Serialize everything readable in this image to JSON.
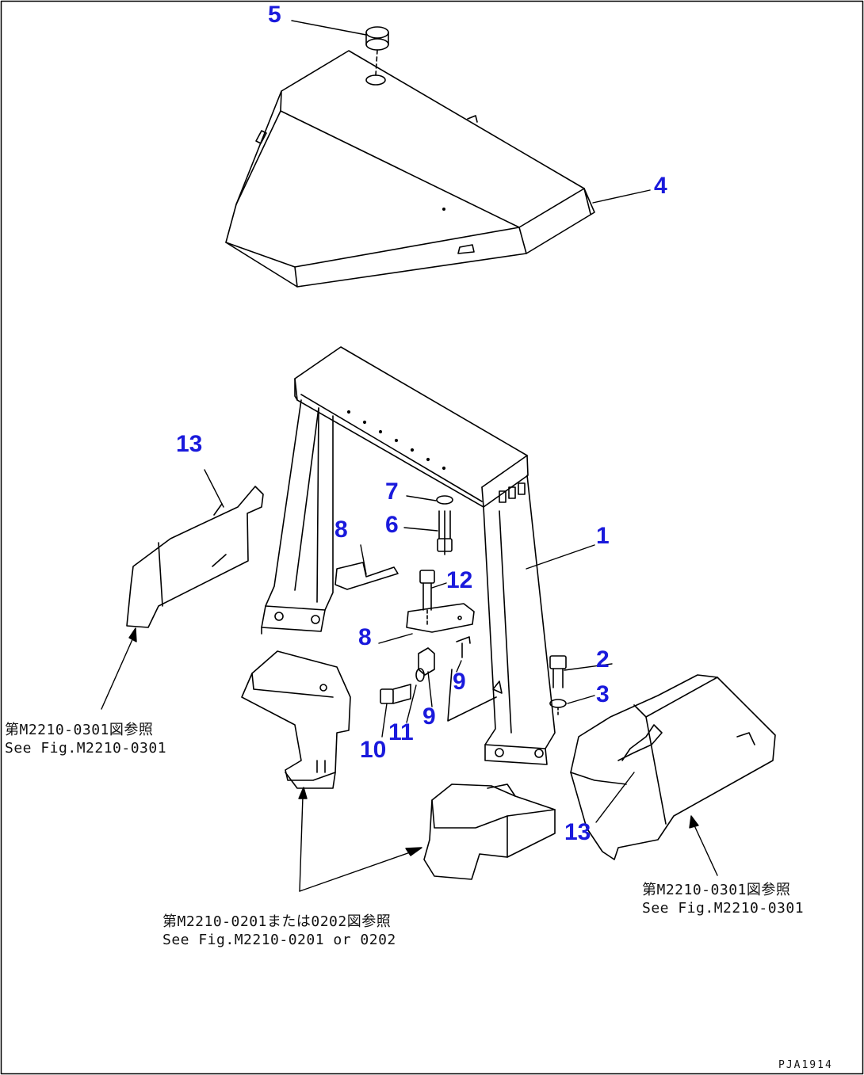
{
  "callouts": {
    "c5": "5",
    "c4": "4",
    "c13_left": "13",
    "c7": "7",
    "c6": "6",
    "c8_top": "8",
    "c1": "1",
    "c12": "12",
    "c8_mid": "8",
    "c2": "2",
    "c9_right": "9",
    "c3": "3",
    "c9_left": "9",
    "c11": "11",
    "c10": "10",
    "c13_right": "13"
  },
  "references": {
    "left": {
      "jp": "第M2210-0301図参照",
      "en": "See Fig.M2210-0301"
    },
    "center": {
      "jp": "第M2210-0201または0202図参照",
      "en": "See Fig.M2210-0201 or 0202"
    },
    "right": {
      "jp": "第M2210-0301図参照",
      "en": "See Fig.M2210-0301"
    }
  },
  "drawing_code": "PJA1914",
  "colors": {
    "callout": "#1a1adc",
    "line": "#000000",
    "background": "#ffffff"
  }
}
